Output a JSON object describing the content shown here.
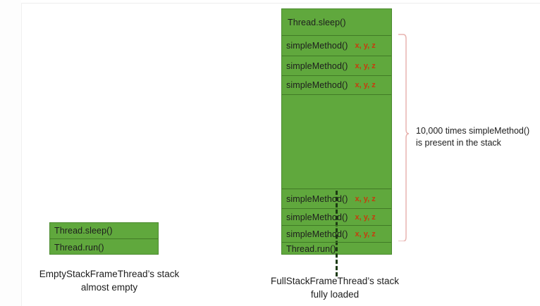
{
  "diagram": {
    "title_alt": "Java thread stack frame comparison",
    "colors": {
      "frame_fill": "#60a83d",
      "frame_border": "#4b8a2e",
      "frame_divider": "#417a26",
      "args_text": "#c63c0e",
      "brace": "#e8b4b0",
      "label_text": "#1d1d1d",
      "dash_line": "#1c3a12"
    },
    "empty_stack": {
      "caption_line1": "EmptyStackFrameThread’s stack",
      "caption_line2": "almost empty",
      "frames": [
        {
          "label": "Thread.sleep()",
          "args": ""
        },
        {
          "label": "Thread.run()",
          "args": ""
        }
      ]
    },
    "full_stack": {
      "caption_line1": "FullStackFrameThread’s stack",
      "caption_line2": "fully loaded",
      "top_frames": [
        {
          "label": "Thread.sleep()",
          "args": ""
        },
        {
          "label": "simpleMethod()",
          "args": "x, y, z"
        },
        {
          "label": "simpleMethod()",
          "args": "x, y, z"
        },
        {
          "label": "simpleMethod()",
          "args": "x, y, z"
        }
      ],
      "continuation": "vertical-dashed-ellipsis",
      "bottom_frames": [
        {
          "label": "simpleMethod()",
          "args": "x, y, z"
        },
        {
          "label": "simpleMethod()",
          "args": "x, y, z"
        },
        {
          "label": "simpleMethod()",
          "args": "x, y, z"
        },
        {
          "label": "Thread.run()",
          "args": ""
        }
      ]
    },
    "annotation": {
      "line1": "10,000 times simpleMethod()",
      "line2": "is present in the stack"
    }
  }
}
